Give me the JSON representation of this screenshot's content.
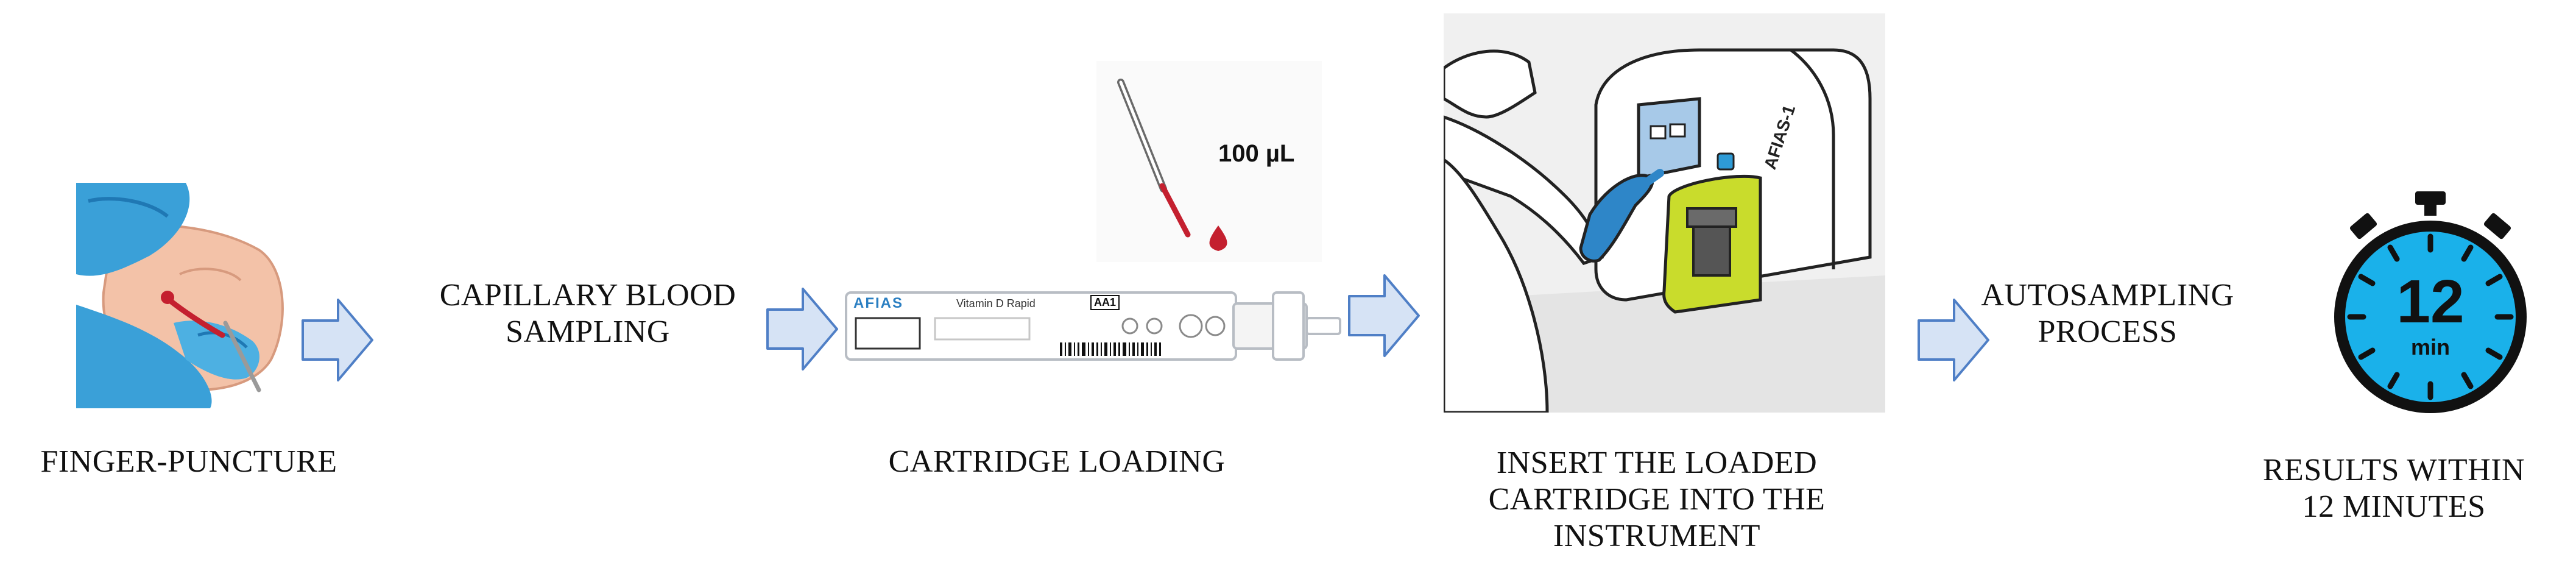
{
  "steps": [
    {
      "label": "FINGER-PUNCTURE",
      "icon": "finger-puncture-illustration"
    },
    {
      "label_lines": [
        "CAPILLARY BLOOD",
        "SAMPLING"
      ]
    },
    {
      "label": "CARTRIDGE LOADING",
      "icon": "cartridge-illustration"
    },
    {
      "label_lines": [
        "INSERT THE LOADED",
        "CARTRIDGE INTO THE",
        "INSTRUMENT"
      ],
      "icon": "instrument-illustration"
    },
    {
      "label_lines": [
        "AUTOSAMPLING",
        "PROCESS"
      ]
    },
    {
      "label_lines": [
        "RESULTS WITHIN",
        "12 MINUTES"
      ],
      "icon": "stopwatch-icon"
    }
  ],
  "pipette": {
    "volume": "100 µL"
  },
  "cartridge": {
    "brand": "AFIAS",
    "product": "Vitamin D Rapid",
    "code": "AA1"
  },
  "instrument": {
    "name": "AFIAS-1"
  },
  "timer": {
    "number": "12",
    "unit": "min"
  },
  "colors": {
    "arrow_fill": "#d6e3f5",
    "arrow_stroke": "#4f7fc6",
    "timer_face": "#1ab1ea",
    "glove": "#3aa0d8",
    "instrument_accent": "#c9dc2c",
    "blood": "#c4202f"
  }
}
